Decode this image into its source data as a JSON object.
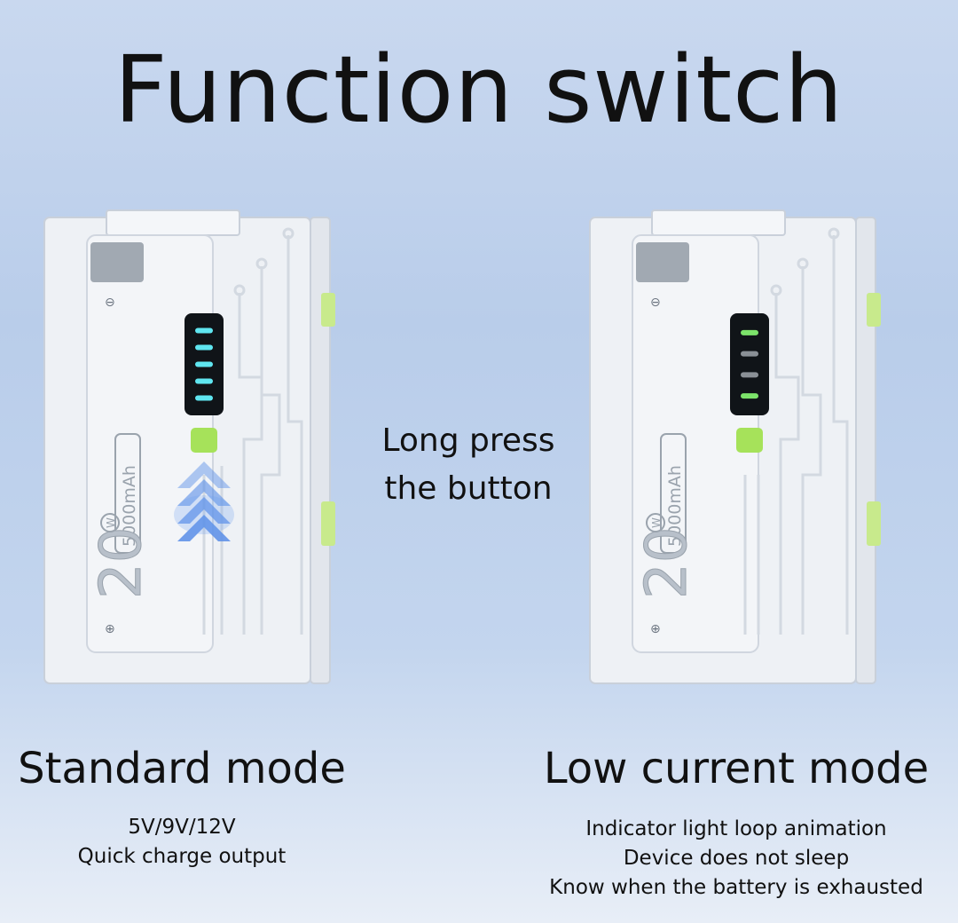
{
  "title": "Function switch",
  "center_text": [
    "Long press",
    "the button"
  ],
  "devices": [
    {
      "capacity": "5000mAh",
      "power": "20",
      "power_unit": "W",
      "minus_sign": "⊖",
      "plus_sign": "⊕",
      "led_color": "#5fe6f0",
      "led_states": [
        1,
        1,
        1,
        1,
        1
      ],
      "button_color": "#a6e25a"
    },
    {
      "capacity": "5000mAh",
      "power": "20",
      "power_unit": "W",
      "minus_sign": "⊖",
      "plus_sign": "⊕",
      "led_color": "#7ce36a",
      "led_states": [
        1,
        0,
        0,
        1
      ],
      "button_color": "#a6e25a"
    }
  ],
  "modes": [
    {
      "title": "Standard mode",
      "desc": [
        "5V/9V/12V",
        "Quick charge output"
      ]
    },
    {
      "title": "Low current mode",
      "desc": [
        "Indicator light loop animation",
        "Device does not sleep",
        "Know when the battery is exhausted"
      ]
    }
  ]
}
